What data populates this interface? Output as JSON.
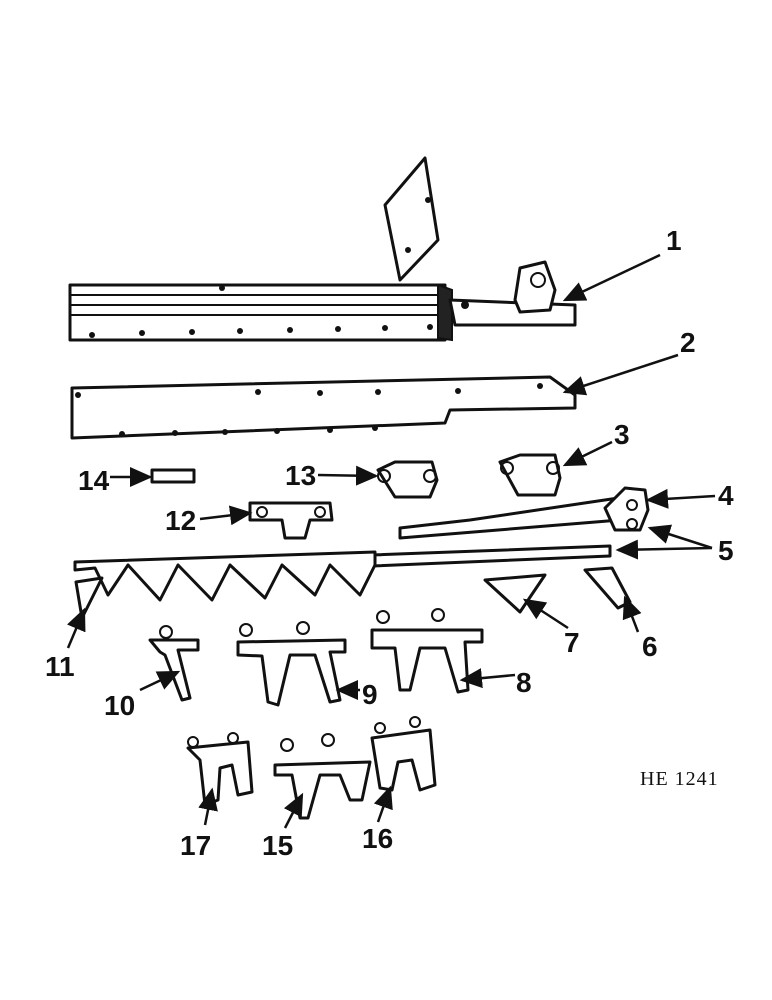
{
  "reference_code": "HE 1241",
  "callouts": [
    "1",
    "2",
    "3",
    "4",
    "5",
    "6",
    "7",
    "8",
    "9",
    "10",
    "11",
    "12",
    "13",
    "14",
    "15",
    "16",
    "17"
  ]
}
